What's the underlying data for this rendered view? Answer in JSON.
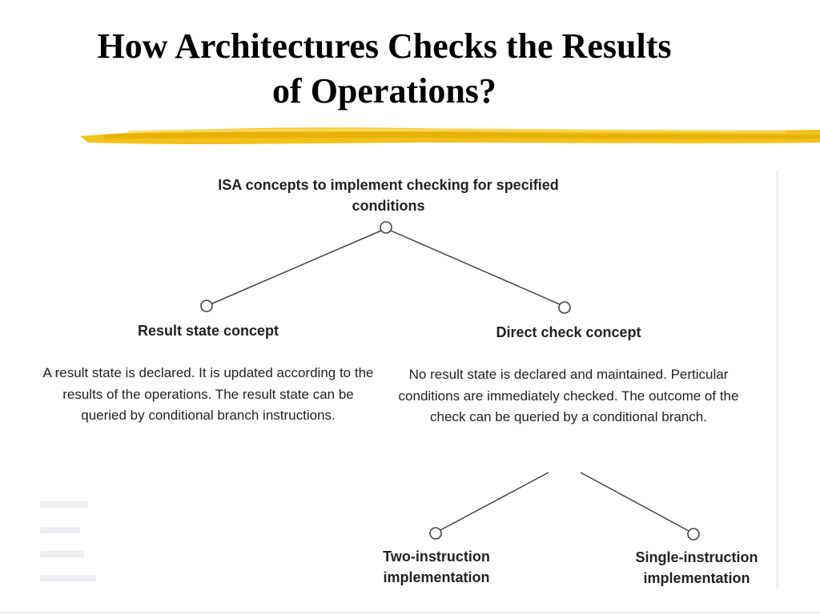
{
  "title": {
    "line1": "How Architectures Checks the Results",
    "line2": "of Operations?"
  },
  "colors": {
    "highlight": "#f2c21b",
    "highlight_dark": "#e0a800",
    "text": "#222222",
    "line": "#444444"
  },
  "diagram": {
    "root": {
      "label": "ISA concepts to implement checking for specified conditions"
    },
    "result_state": {
      "label": "Result state concept",
      "description": "A result state is declared. It is updated according to the results of the operations. The result state can be queried by conditional branch instructions."
    },
    "direct_check": {
      "label": "Direct check concept",
      "description": "No result state is declared and maintained. Perticular conditions are immediately checked. The outcome of the check can be queried by a conditional branch."
    },
    "two_instruction": {
      "label": "Two-instruction implementation"
    },
    "single_instruction": {
      "label": "Single-instruction implementation"
    }
  }
}
